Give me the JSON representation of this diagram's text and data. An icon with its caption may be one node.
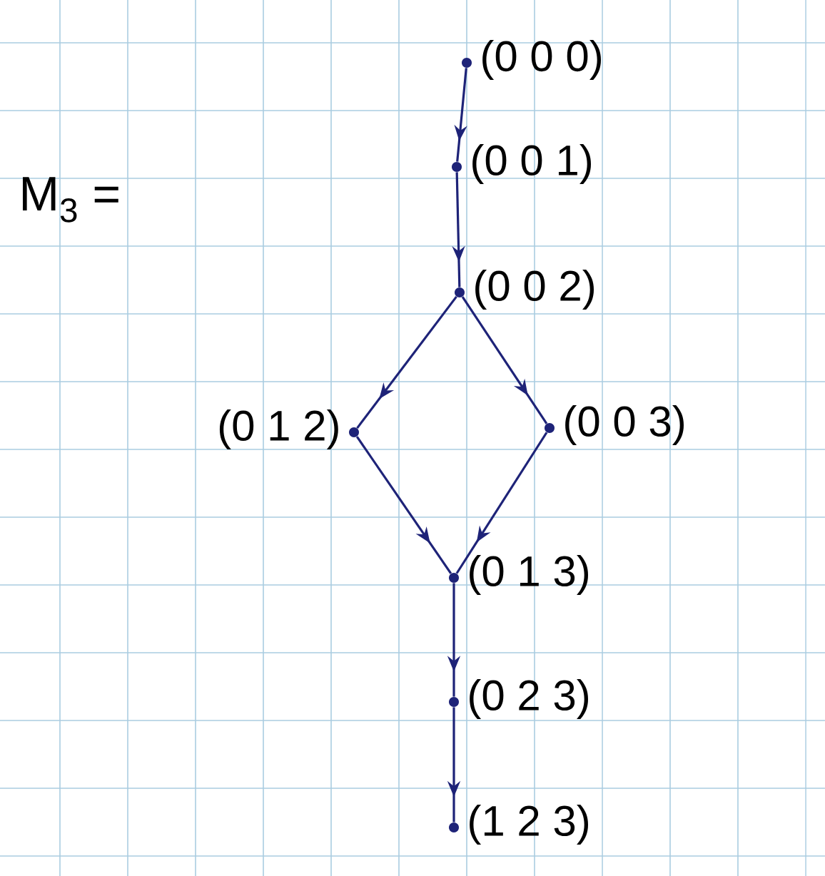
{
  "diagram": {
    "nodes": [
      {
        "text": [
          "(0 0 0)"
        ]
      },
      {
        "text": [
          "(0 0 1)"
        ]
      },
      {
        "text": [
          "(0 0 2)"
        ]
      },
      {
        "text": [
          "(0 1 2)"
        ]
      },
      {
        "text": [
          "(0 0 3)"
        ]
      },
      {
        "text": [
          "(0 1 3)"
        ]
      },
      {
        "text": [
          "(0 2 3)"
        ]
      },
      {
        "text": [
          "(1 2 3)"
        ]
      }
    ],
    "edges": [
      {
        "from": 0,
        "to": 1,
        "arrow": "to"
      },
      {
        "from": 1,
        "to": 2,
        "arrow": "to"
      },
      {
        "from": 2,
        "to": 3,
        "arrow": "to"
      },
      {
        "from": 2,
        "to": 4,
        "arrow": "to"
      },
      {
        "from": 3,
        "to": 5,
        "arrow": "to"
      },
      {
        "from": 4,
        "to": 5,
        "arrow": "to"
      },
      {
        "from": 5,
        "to": 6,
        "arrow": "to"
      },
      {
        "from": 6,
        "to": 7,
        "arrow": "to"
      }
    ],
    "labels": [
      "M$_{3}$ ="
    ]
  }
}
